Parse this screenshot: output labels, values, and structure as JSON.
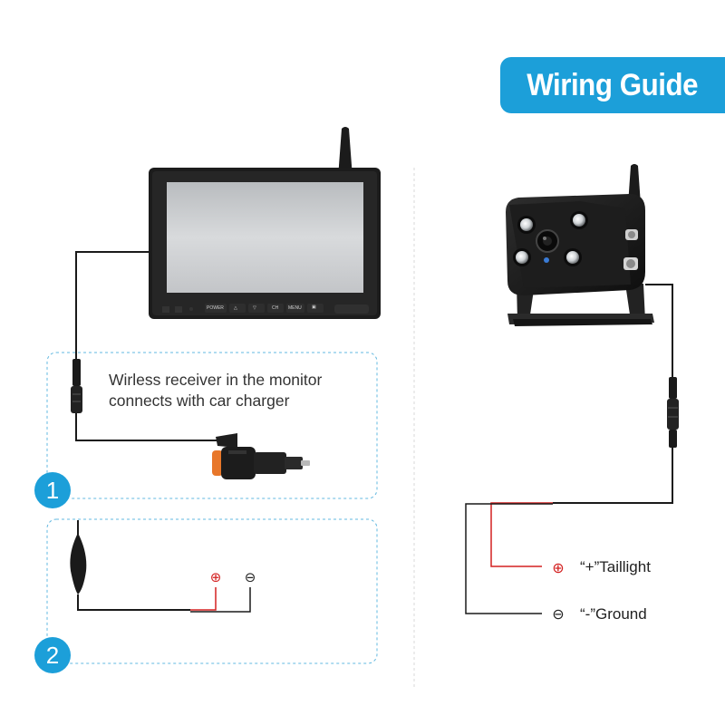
{
  "title": "Wiring Guide",
  "caption": {
    "line1": "Wirless receiver in the monitor",
    "line2": "connects with car charger"
  },
  "steps": [
    "1",
    "2"
  ],
  "monitor_buttons": [
    "POWER",
    "△",
    "▽",
    "CH",
    "MENU",
    "▣"
  ],
  "legend": {
    "taillight": "“+”Taillight",
    "ground": "“-”Ground"
  },
  "symbols": {
    "plus": "⊕",
    "minus": "⊖"
  },
  "colors": {
    "accent": "#1c9fd9",
    "positive_wire": "#d32020",
    "wire": "#1a1a1a",
    "dashed_border": "#62b8e0"
  }
}
